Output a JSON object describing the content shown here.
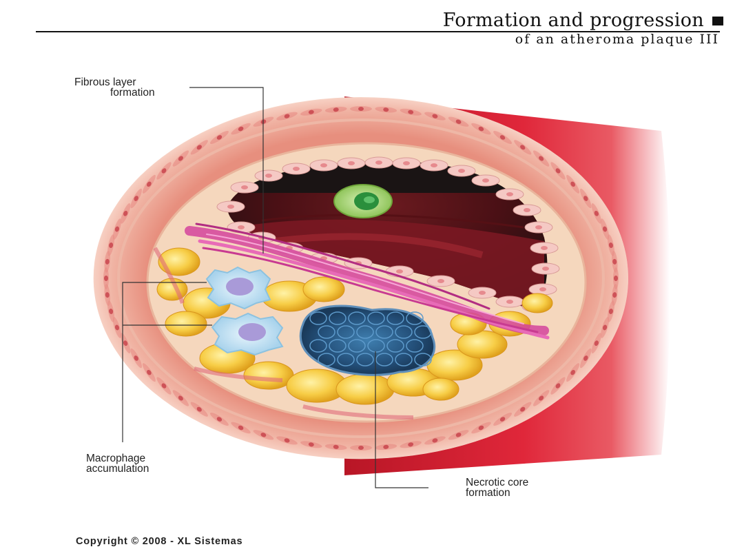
{
  "title": {
    "main": "Formation and progression",
    "subtitle": "of an atheroma plaque III"
  },
  "labels": {
    "fibrous_line1": "Fibrous layer",
    "fibrous_line2": "formation",
    "macrophage_line1": "Macrophage",
    "macrophage_line2": "accumulation",
    "necrotic_line1": "Necrotic core",
    "necrotic_line2": "formation"
  },
  "footer": {
    "copyright": "Copyright © 2008 - XL Sistemas"
  },
  "colors": {
    "vessel_red": "#d81f33",
    "outer_wall": "#e9a08e",
    "intima_beige": "#f4d2b6",
    "lumen_dark": "#1e1414",
    "lipid_yellow": "#f2be2d",
    "fibrous_pink": "#d6449a",
    "macrophage_blue": "#bfe0f2",
    "necrotic_blue": "#2d5c86",
    "cell_green": "#9ed26a"
  }
}
